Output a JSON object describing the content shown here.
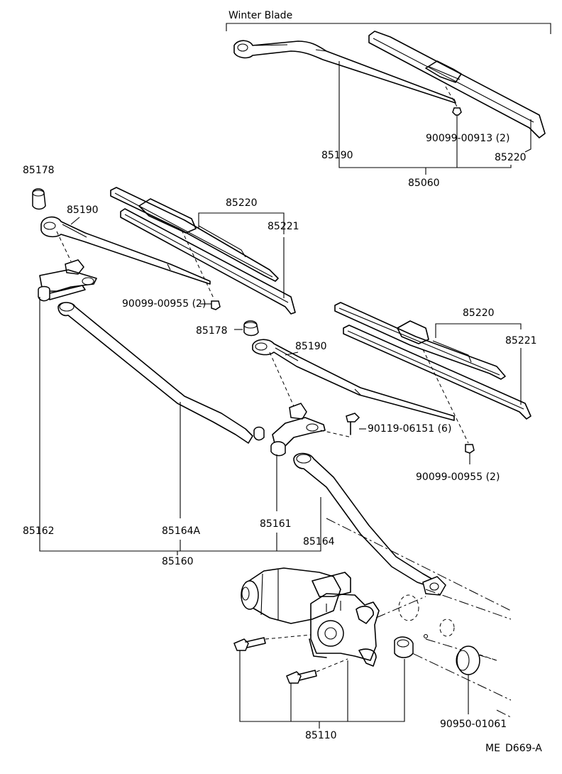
{
  "header": {
    "winter_blade_label": "Winter Blade"
  },
  "labels": {
    "p85190_winter": "85190",
    "p90099_00913": "90099-00913 (2)",
    "p85220_winter": "85220",
    "p85060": "85060",
    "p85178_top": "85178",
    "p85190_left": "85190",
    "p85220_left": "85220",
    "p85221_left": "85221",
    "p90099_00955_left": "90099-00955 (2)",
    "p85178_mid": "85178",
    "p85190_right": "85190",
    "p85220_right": "85220",
    "p85221_right": "85221",
    "p90119_06151": "90119-06151 (6)",
    "p90099_00955_right": "90099-00955 (2)",
    "p85162": "85162",
    "p85164A": "85164A",
    "p85161": "85161",
    "p85164": "85164",
    "p85160": "85160",
    "p85110": "85110",
    "p90950_01061": "90950-01061"
  },
  "footer": {
    "code_prefix": "ME",
    "code": "D669-A"
  }
}
